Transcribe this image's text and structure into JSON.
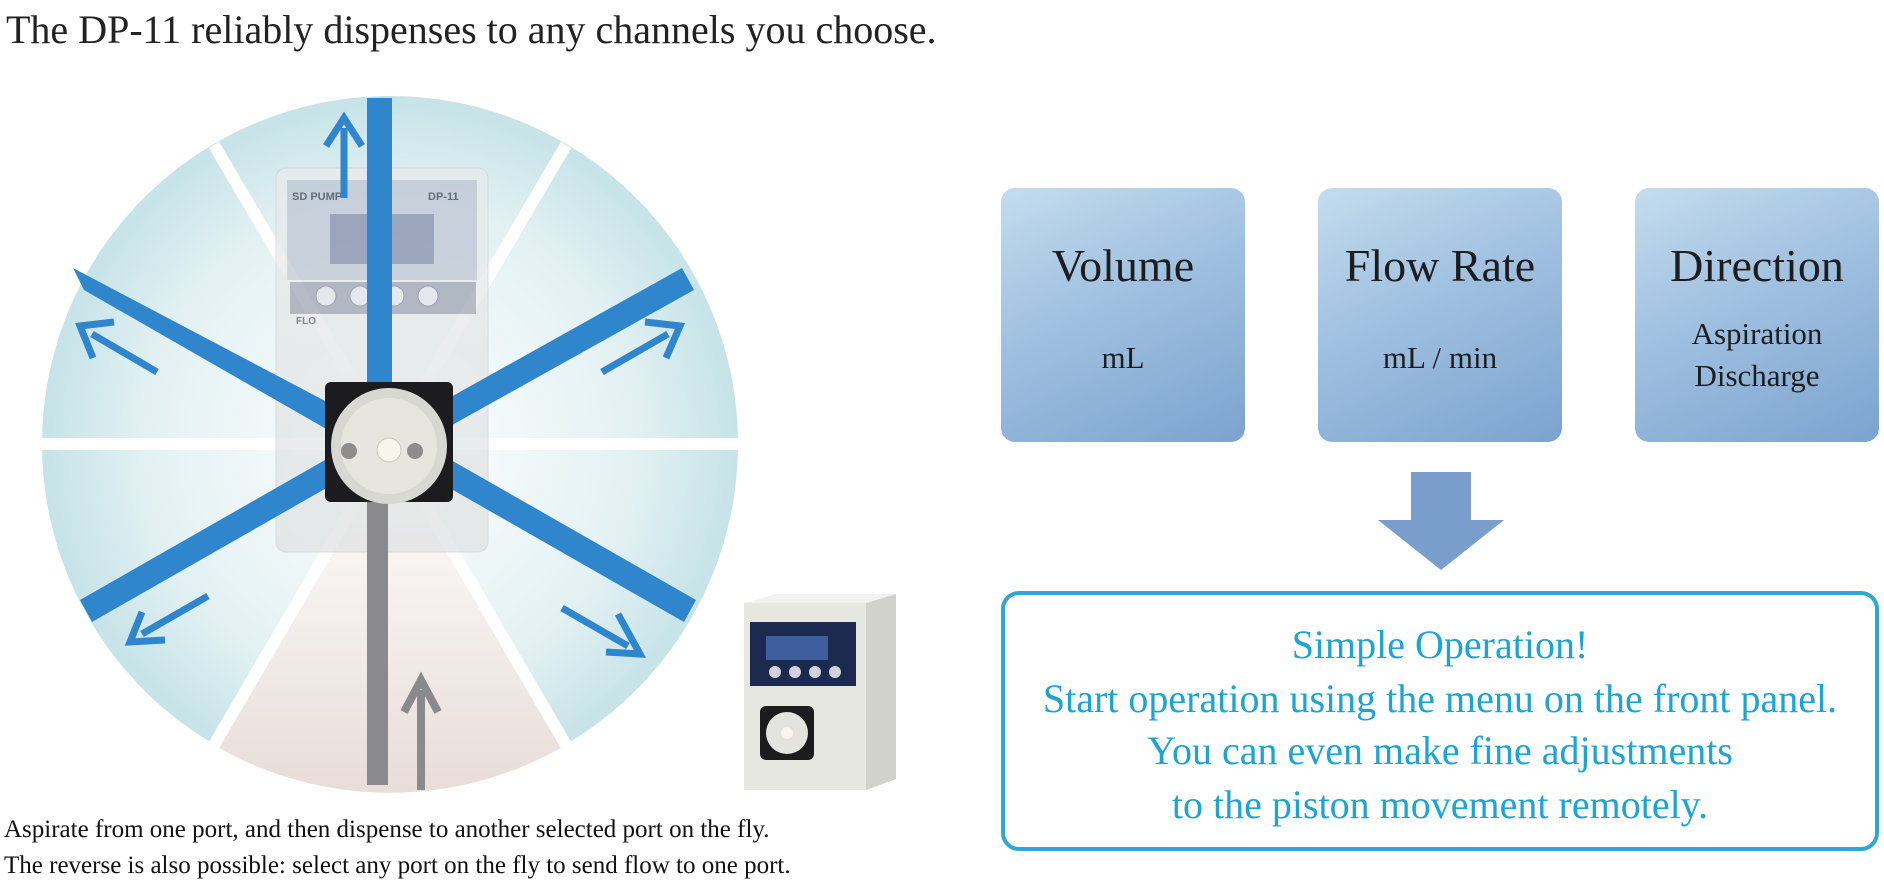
{
  "headline": "The DP-11 reliably dispenses to any channels you choose.",
  "pump_labels": {
    "brand": "SD PUMP",
    "model": "DP-11",
    "logo": "FLO"
  },
  "caption": {
    "line1": "Aspirate from one port, and then dispense to another selected port on the fly.",
    "line2": "The reverse is also possible: select any port on the fly to send flow to one port."
  },
  "cards": [
    {
      "title": "Volume",
      "unit": "mL"
    },
    {
      "title": "Flow Rate",
      "unit": "mL / min"
    },
    {
      "title": "Direction",
      "options": [
        "Aspiration",
        "Discharge"
      ]
    }
  ],
  "operation": {
    "title": "Simple Operation!",
    "line1": "Start operation using the menu on the front panel.",
    "line2": "You can even make fine adjustments",
    "line3": "to the piston movement remotely."
  },
  "colors": {
    "channel_blue": "#2f86cc",
    "inlet_gray": "#8a8a8e",
    "card_gradient_top": "#c4dcee",
    "card_gradient_bottom": "#7ca3cf",
    "accent_cyan": "#1ba4d6",
    "arrow_steel": "#7a9ecb"
  },
  "icons": [
    "arrow-up-icon",
    "arrow-down-icon",
    "channel-arrow-icon"
  ]
}
